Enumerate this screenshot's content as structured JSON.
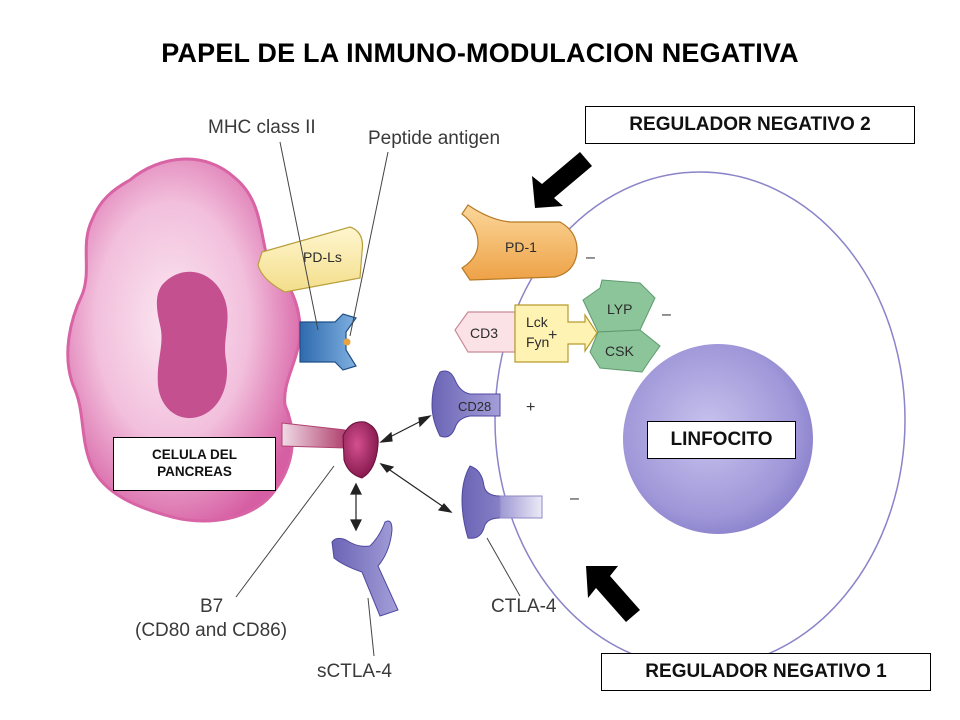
{
  "title": "PAPEL DE LA INMUNO-MODULACION NEGATIVA",
  "boxes": {
    "regulador_2": "REGULADOR NEGATIVO 2",
    "regulador_1": "REGULADOR NEGATIVO 1",
    "linfocito": "LINFOCITO",
    "celula_line1": "CELULA DEL",
    "celula_line2": "PANCREAS"
  },
  "labels": {
    "mhc": "MHC class II",
    "peptide": "Peptide antigen",
    "b7": "B7",
    "b7_sub": "(CD80 and CD86)",
    "sctla4": "sCTLA-4",
    "ctla4": "CTLA-4"
  },
  "molecules": {
    "pdls": "PD-Ls",
    "pd1": "PD-1",
    "cd3": "CD3",
    "lck": "Lck",
    "fyn": "Fyn",
    "lyp": "LYP",
    "csk": "CSK",
    "cd28": "CD28"
  },
  "signs": {
    "minus": "–",
    "plus": "+"
  },
  "colors": {
    "pancreas_cell": "#d867a8",
    "nucleus_pancreas": "#c4508f",
    "lymphocyte_nucleus": "#9a92d6",
    "pd1": "#f3b65c",
    "pdls": "#f6e6a0",
    "kinase": "#8cc59a",
    "lck_fyn": "#fff3b3",
    "cd28": "#7b76c2",
    "b7": "#9b1d5a",
    "mhc": "#3f7fc3"
  }
}
